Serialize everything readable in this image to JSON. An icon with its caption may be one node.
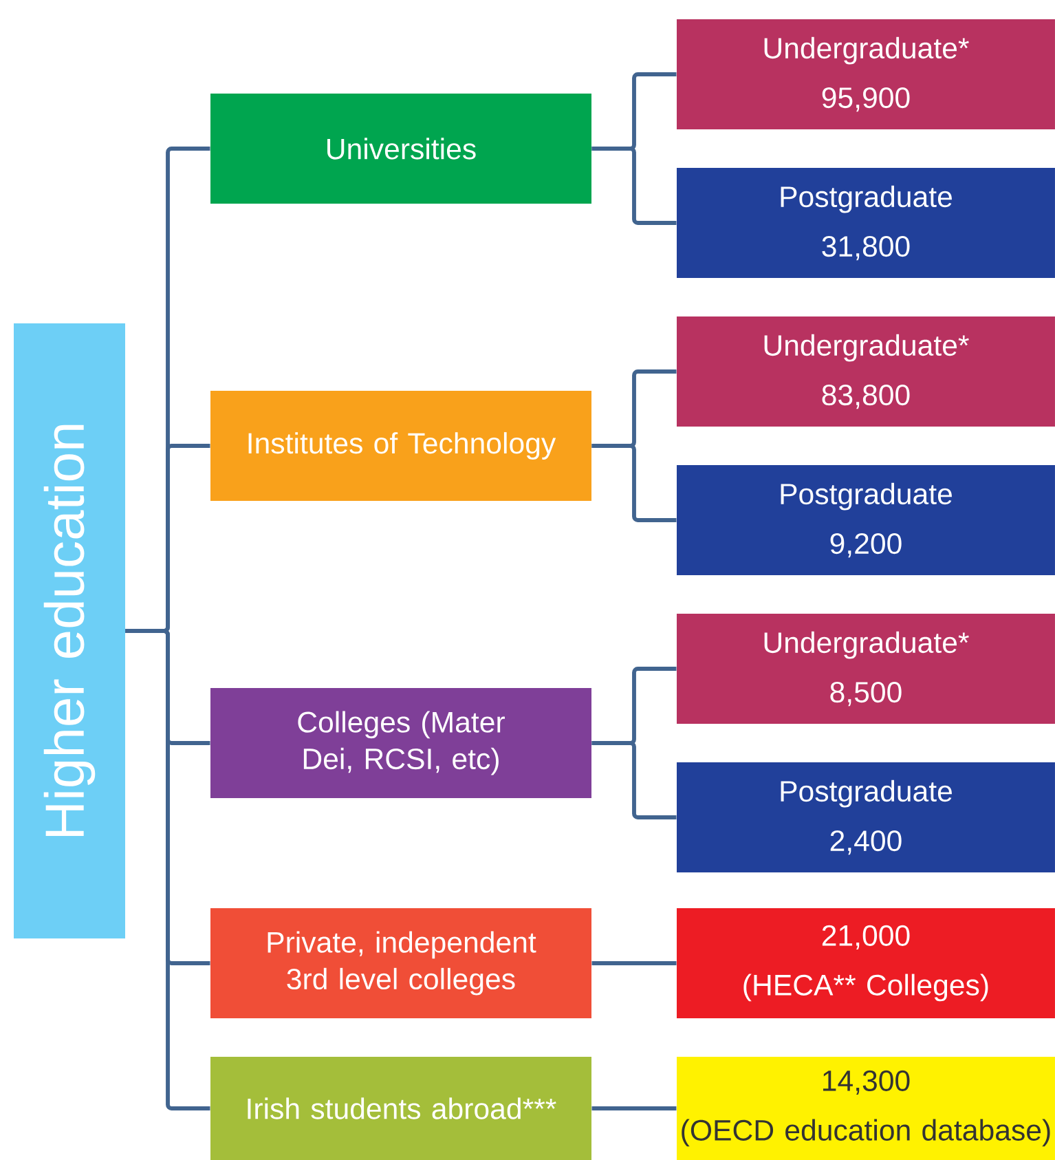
{
  "diagram": {
    "nodes": [
      {
        "text": [
          "Higher education"
        ]
      },
      {
        "text": [
          "Universities"
        ]
      },
      {
        "text": [
          "Undergraduate*",
          "95,900"
        ]
      },
      {
        "text": [
          "Postgraduate",
          "31,800"
        ]
      },
      {
        "text": [
          "Institutes of Technology"
        ]
      },
      {
        "text": [
          "Undergraduate*",
          "83,800"
        ]
      },
      {
        "text": [
          "Postgraduate",
          "9,200"
        ]
      },
      {
        "text": [
          "Colleges (Mater Dei, RCSI, etc)"
        ]
      },
      {
        "text": [
          "Undergraduate*",
          "8,500"
        ]
      },
      {
        "text": [
          "Postgraduate",
          "2,400"
        ]
      },
      {
        "text": [
          "Private, independent 3rd level colleges"
        ]
      },
      {
        "text": [
          "21,000",
          "(HECA** Colleges)"
        ]
      },
      {
        "text": [
          "Irish students abroad***"
        ]
      },
      {
        "text": [
          "14,300",
          "(OECD  education database)"
        ]
      }
    ],
    "edges": [
      {
        "from": 0,
        "to": 1,
        "arrow": "none"
      },
      {
        "from": 0,
        "to": 4,
        "arrow": "none"
      },
      {
        "from": 0,
        "to": 7,
        "arrow": "none"
      },
      {
        "from": 0,
        "to": 10,
        "arrow": "none"
      },
      {
        "from": 0,
        "to": 12,
        "arrow": "none"
      },
      {
        "from": 1,
        "to": 2,
        "arrow": "none"
      },
      {
        "from": 1,
        "to": 3,
        "arrow": "none"
      },
      {
        "from": 4,
        "to": 5,
        "arrow": "none"
      },
      {
        "from": 4,
        "to": 6,
        "arrow": "none"
      },
      {
        "from": 7,
        "to": 8,
        "arrow": "none"
      },
      {
        "from": 7,
        "to": 9,
        "arrow": "none"
      },
      {
        "from": 10,
        "to": 11,
        "arrow": "none"
      },
      {
        "from": 12,
        "to": 13,
        "arrow": "none"
      }
    ]
  }
}
